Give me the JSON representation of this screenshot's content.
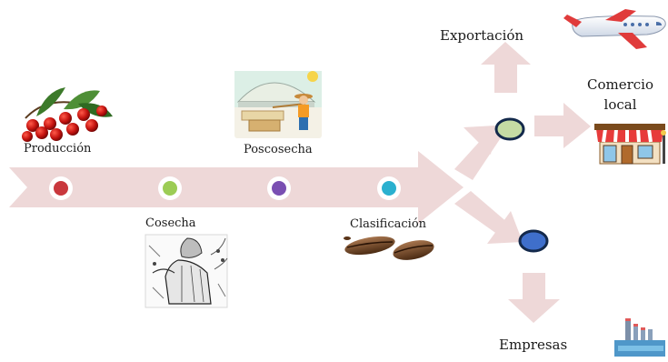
{
  "colors": {
    "arrow": "#eed8d8",
    "dot_produccion": "#c9383d",
    "dot_cosecha": "#9ccc55",
    "dot_poscosecha": "#7a4fb2",
    "dot_clasificacion": "#2ab0cf",
    "node_exportacion": "#c5dca4",
    "node_empresas": "#3f6fcb",
    "node_border": "#13294b"
  },
  "stages": {
    "produccion": "Producción",
    "cosecha": "Cosecha",
    "poscosecha": "Poscosecha",
    "clasificacion": "Clasificación"
  },
  "destinations": {
    "exportacion": "Exportación",
    "comercio_line1": "Comercio",
    "comercio_line2": "local",
    "empresas": "Empresas"
  },
  "icons": [
    "coffee-cherries-icon",
    "farmer-drying-coffee-icon",
    "coffee-picker-sketch-icon",
    "coffee-beans-icon",
    "airplane-icon",
    "storefront-icon",
    "factory-icon"
  ]
}
